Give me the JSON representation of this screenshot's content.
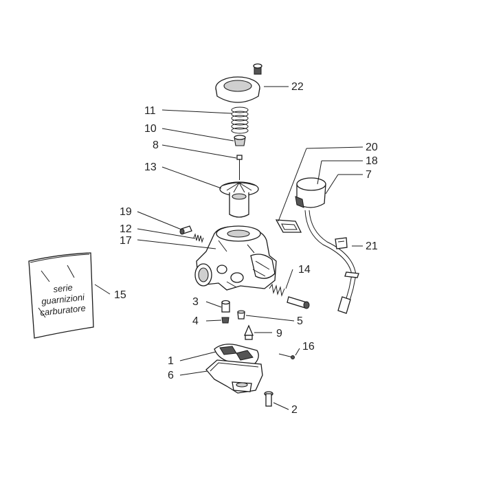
{
  "labels": {
    "l1": "1",
    "l2": "2",
    "l3": "3",
    "l4": "4",
    "l5": "5",
    "l6": "6",
    "l7": "7",
    "l8": "8",
    "l9": "9",
    "l10": "10",
    "l11": "11",
    "l12": "12",
    "l13": "13",
    "l14": "14",
    "l15": "15",
    "l16": "16",
    "l17": "17",
    "l18": "18",
    "l19": "19",
    "l20": "20",
    "l21": "21",
    "l22": "22"
  },
  "bag_text": {
    "line1": "serie",
    "line2": "guarnizioni",
    "line3": "carburatore"
  }
}
